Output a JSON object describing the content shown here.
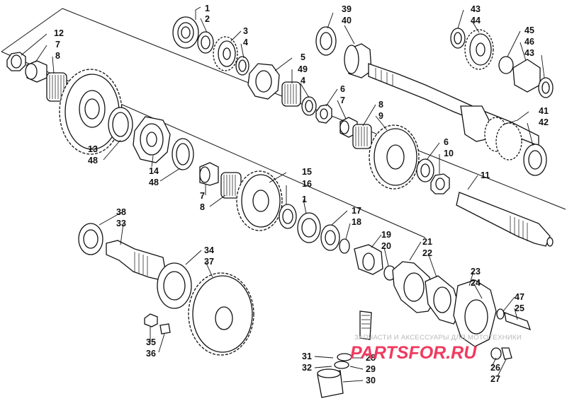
{
  "diagram": {
    "labels": [
      {
        "id": "l1",
        "text": "1"
      },
      {
        "id": "l2",
        "text": "2"
      },
      {
        "id": "l3",
        "text": "3"
      },
      {
        "id": "l4a",
        "text": "4"
      },
      {
        "id": "l12",
        "text": "12"
      },
      {
        "id": "l7a",
        "text": "7"
      },
      {
        "id": "l8a",
        "text": "8"
      },
      {
        "id": "l5",
        "text": "5"
      },
      {
        "id": "l49",
        "text": "49"
      },
      {
        "id": "l4b",
        "text": "4"
      },
      {
        "id": "l39",
        "text": "39"
      },
      {
        "id": "l40",
        "text": "40"
      },
      {
        "id": "l43a",
        "text": "43"
      },
      {
        "id": "l44",
        "text": "44"
      },
      {
        "id": "l45",
        "text": "45"
      },
      {
        "id": "l46",
        "text": "46"
      },
      {
        "id": "l43b",
        "text": "43"
      },
      {
        "id": "l6a",
        "text": "6"
      },
      {
        "id": "l7b",
        "text": "7"
      },
      {
        "id": "l8b",
        "text": "8"
      },
      {
        "id": "l9",
        "text": "9"
      },
      {
        "id": "l41",
        "text": "41"
      },
      {
        "id": "l42",
        "text": "42"
      },
      {
        "id": "l13",
        "text": "13"
      },
      {
        "id": "l48a",
        "text": "48"
      },
      {
        "id": "l14",
        "text": "14"
      },
      {
        "id": "l48b",
        "text": "48"
      },
      {
        "id": "l6b",
        "text": "6"
      },
      {
        "id": "l10",
        "text": "10"
      },
      {
        "id": "l11",
        "text": "11"
      },
      {
        "id": "l15",
        "text": "15"
      },
      {
        "id": "l16",
        "text": "16"
      },
      {
        "id": "l7c",
        "text": "7"
      },
      {
        "id": "l8c",
        "text": "8"
      },
      {
        "id": "l1b",
        "text": "1"
      },
      {
        "id": "l17",
        "text": "17"
      },
      {
        "id": "l18",
        "text": "18"
      },
      {
        "id": "l38",
        "text": "38"
      },
      {
        "id": "l33",
        "text": "33"
      },
      {
        "id": "l19",
        "text": "19"
      },
      {
        "id": "l20",
        "text": "20"
      },
      {
        "id": "l21",
        "text": "21"
      },
      {
        "id": "l22",
        "text": "22"
      },
      {
        "id": "l34",
        "text": "34"
      },
      {
        "id": "l37",
        "text": "37"
      },
      {
        "id": "l23",
        "text": "23"
      },
      {
        "id": "l24",
        "text": "24"
      },
      {
        "id": "l47",
        "text": "47"
      },
      {
        "id": "l25",
        "text": "25"
      },
      {
        "id": "l35",
        "text": "35"
      },
      {
        "id": "l36",
        "text": "36"
      },
      {
        "id": "l31",
        "text": "31"
      },
      {
        "id": "l32",
        "text": "32"
      },
      {
        "id": "l28",
        "text": "28"
      },
      {
        "id": "l29",
        "text": "29"
      },
      {
        "id": "l30",
        "text": "30"
      },
      {
        "id": "l26",
        "text": "26"
      },
      {
        "id": "l27",
        "text": "27"
      }
    ]
  },
  "watermark": {
    "text": "ЗАПЧАСТИ И АКСЕССУАРЫ ДЛЯ МОТОТЕХНИКИ",
    "logo": "PARTSFOR.RU",
    "logo_color": "#f03a5f"
  }
}
